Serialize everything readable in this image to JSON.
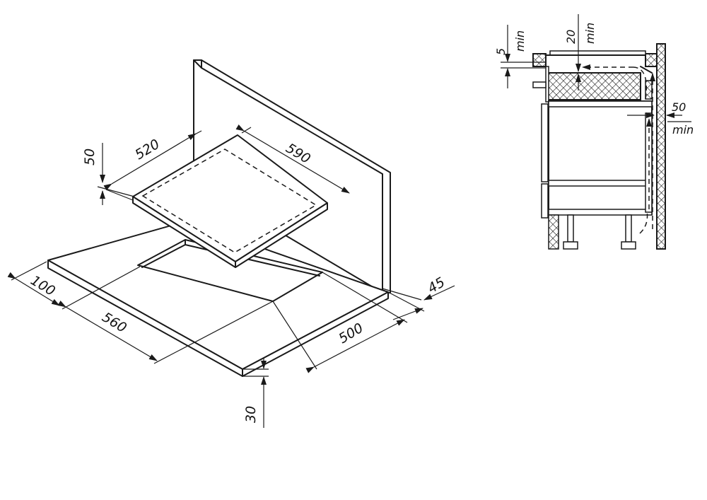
{
  "install_drawing": {
    "dimensions": {
      "hob_depth": "520",
      "hob_width": "590",
      "hob_height": "50",
      "front_offset": "100",
      "cutout_width": "560",
      "cutout_depth": "500",
      "rear_offset": "45",
      "worktop_thickness": "30"
    }
  },
  "ventilation_drawing": {
    "dimensions": {
      "top_gap": "5",
      "top_gap_unit": "min",
      "clearance": "20",
      "clearance_unit": "min",
      "rear_gap": "50",
      "rear_gap_unit": "min"
    }
  }
}
